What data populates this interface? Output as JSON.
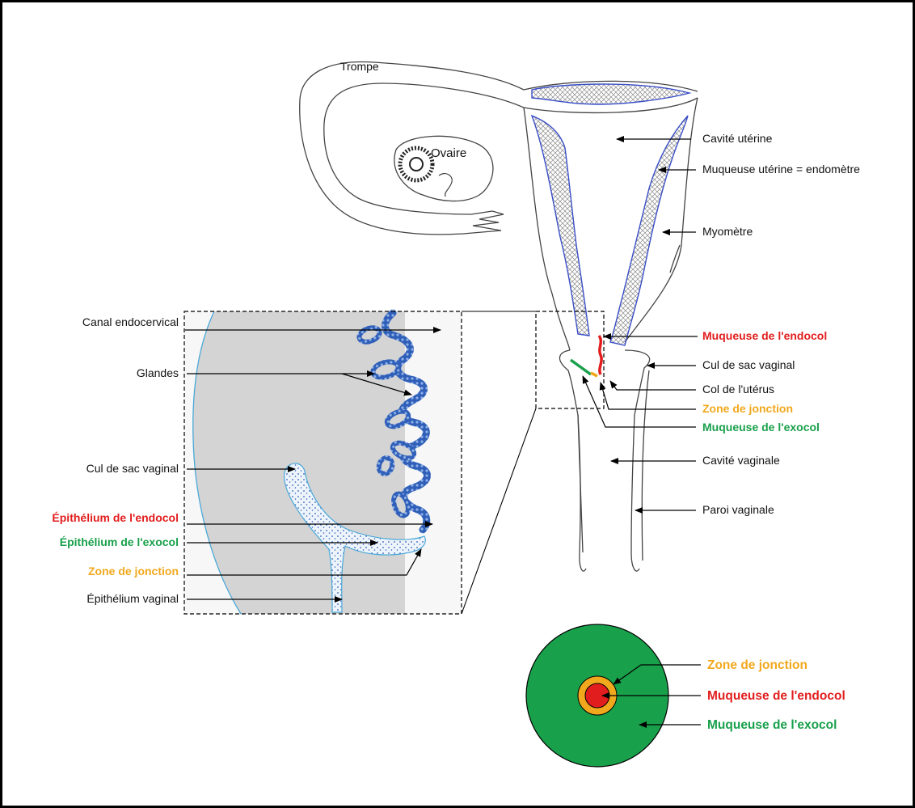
{
  "colors": {
    "endocol": "#e21d1d",
    "exocol": "#19a04b",
    "jonction": "#f2a81d",
    "epithelium_blue": "#2f5fb8",
    "stroma_gray": "#d4d4d4",
    "outline": "#555555"
  },
  "uterus_labels": {
    "trompe": "Trompe",
    "ovaire": "Ovaire",
    "cavite_uterine": "Cavité utérine",
    "endometre": "Muqueuse utérine = endomètre",
    "myometre": "Myomètre",
    "muq_endocol": "Muqueuse de l'endocol",
    "cul_de_sac": "Cul de sac vaginal",
    "col_uterus": "Col de l'utérus",
    "zone_jonction": "Zone de jonction",
    "muq_exocol": "Muqueuse de l'exocol",
    "cavite_vaginale": "Cavité vaginale",
    "paroi_vaginale": "Paroi vaginale"
  },
  "zoom_labels": {
    "canal": "Canal endocervical",
    "glandes": "Glandes",
    "cul_de_sac": "Cul de sac vaginal",
    "epi_endocol": "Épithélium de l'endocol",
    "epi_exocol": "Épithélium de l'exocol",
    "zone_jonction": "Zone de jonction",
    "epi_vaginal": "Épithélium vaginal"
  },
  "cervix_face_labels": {
    "zone_jonction": "Zone de jonction",
    "muq_endocol": "Muqueuse de l'endocol",
    "muq_exocol": "Muqueuse de l'exocol"
  }
}
